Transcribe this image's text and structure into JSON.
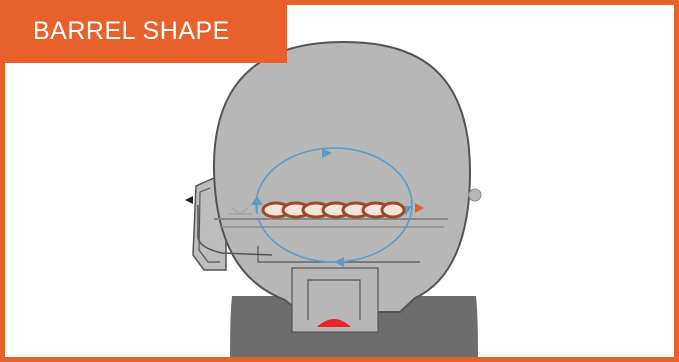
{
  "title": "BARREL SHAPE",
  "colors": {
    "accent": "#e8612c",
    "barrel": "#b7b7b7",
    "barrel_outline": "#545454",
    "stand": "#6d6d6d",
    "airflow": "#5b9bc8",
    "skewer_food": "#9a4a2a",
    "heat_source": "#e8262a"
  },
  "icons": {
    "airflow_arrows": "circular-airflow-arrows",
    "heat_direction": "triangle-arrow-right",
    "hinge": "triangle-arrow-left"
  }
}
